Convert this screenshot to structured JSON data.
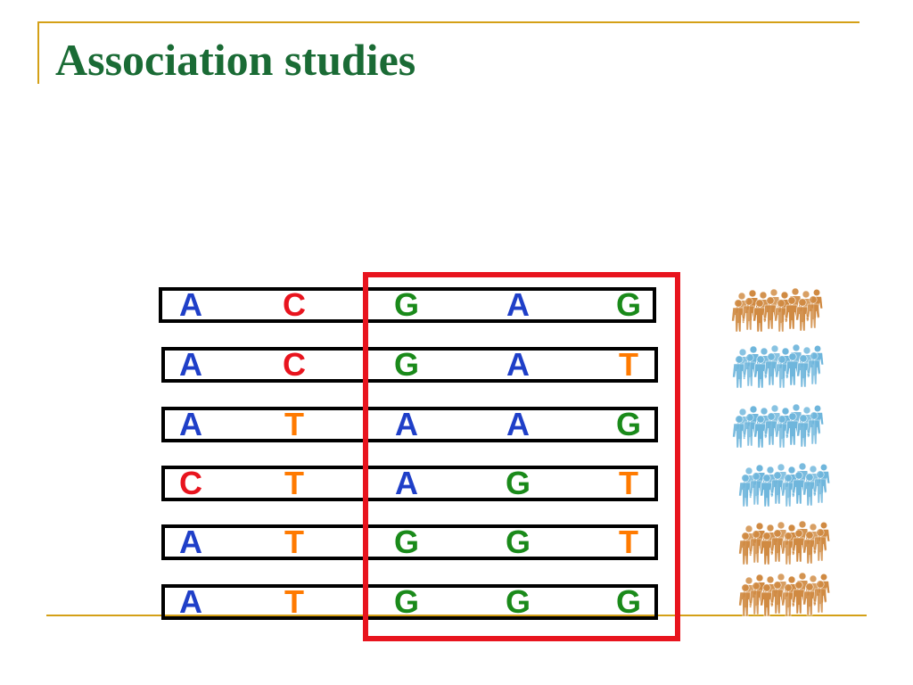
{
  "slide": {
    "title": "Association studies"
  },
  "colors": {
    "A": "#1f3fc8",
    "C": "#e8141e",
    "G": "#1a8a1a",
    "T": "#ff7a00",
    "title": "#1a6b35",
    "rule": "#d4a017",
    "highlight": "#e8141e",
    "group_case": "#d08a42",
    "group_control": "#6fb6dc"
  },
  "sequences": [
    {
      "bases": [
        "A",
        "C",
        "G",
        "A",
        "G"
      ],
      "group": "case"
    },
    {
      "bases": [
        "A",
        "C",
        "G",
        "A",
        "T"
      ],
      "group": "control"
    },
    {
      "bases": [
        "A",
        "T",
        "A",
        "A",
        "G"
      ],
      "group": "control"
    },
    {
      "bases": [
        "C",
        "T",
        "A",
        "G",
        "T"
      ],
      "group": "control"
    },
    {
      "bases": [
        "A",
        "T",
        "G",
        "G",
        "T"
      ],
      "group": "case"
    },
    {
      "bases": [
        "A",
        "T",
        "G",
        "G",
        "G"
      ],
      "group": "case"
    }
  ],
  "icons": {
    "people_group": "people-group-icon"
  }
}
